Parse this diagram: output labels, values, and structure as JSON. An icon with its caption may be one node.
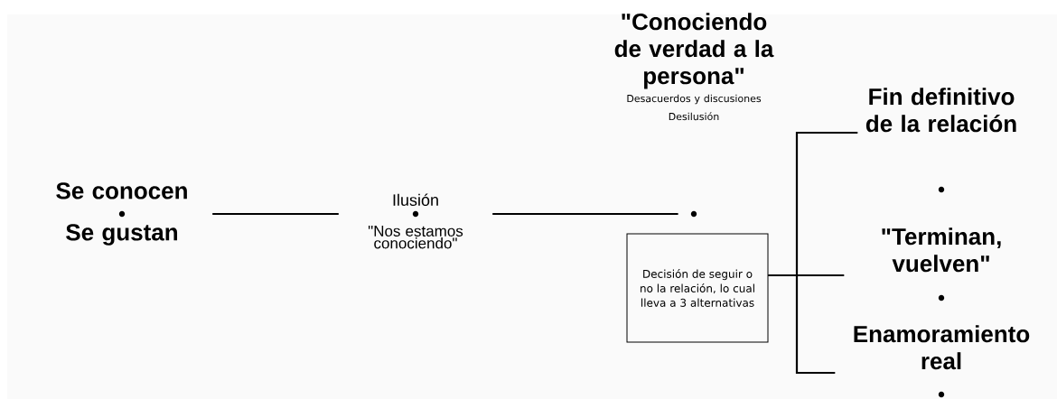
{
  "diagram": {
    "nodes": [
      {
        "text": [
          "Se conocen",
          "Se gustan"
        ]
      },
      {
        "text": [
          "Ilusión",
          "\"Nos estamos conociendo\""
        ]
      },
      {
        "text": [
          "\"Conociendo de verdad a la persona\"",
          "Desacuerdos y discusiones",
          "Desilusión"
        ]
      },
      {
        "text": [],
        "shape": "circle"
      },
      {
        "text": [
          "Decisión de seguir o no la relación, lo cual lleva a 3 alternativas"
        ]
      },
      {
        "text": [
          "Fin definitivo de la relación"
        ]
      },
      {
        "text": [
          "\"Terminan, vuelven\""
        ]
      },
      {
        "text": [
          "Enamoramiento real"
        ]
      }
    ],
    "edges": [
      {
        "from": 0,
        "to": 1,
        "arrow": "none"
      },
      {
        "from": 1,
        "to": 3,
        "arrow": "none"
      },
      {
        "from": 4,
        "to": 5,
        "arrow": "none"
      },
      {
        "from": 4,
        "to": 6,
        "arrow": "none"
      },
      {
        "from": 4,
        "to": 7,
        "arrow": "none"
      }
    ]
  }
}
